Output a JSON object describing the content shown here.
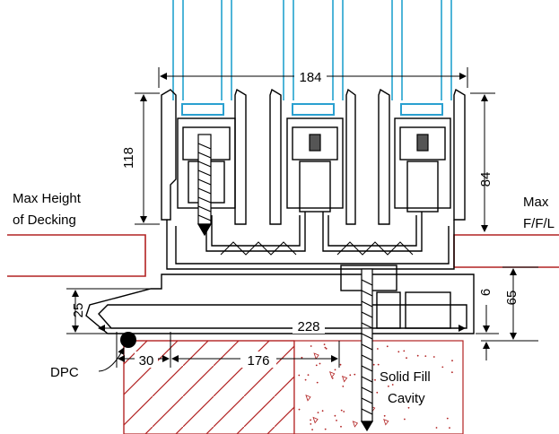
{
  "drawing": {
    "dimensions": {
      "overall_width": "184",
      "frame_height": "118",
      "sash_height": "84",
      "sill_projection": "25",
      "sill_total_height": "65",
      "sill_step": "6",
      "sill_length": "228",
      "dpc_offset": "30",
      "cavity_width": "176"
    },
    "labels": {
      "decking_line1": "Max Height",
      "decking_line2": "of Decking",
      "ffl_line1": "Max",
      "ffl_line2": "F/F/L",
      "dpc": "DPC",
      "fill_line1": "Solid Fill",
      "fill_line2": "Cavity"
    },
    "colors": {
      "glass": "#4fb5d8",
      "glazing_bead": "#2aa0d0",
      "brick_hatch": "#b22222",
      "decking_line": "#b22222",
      "profile": "#000000"
    }
  }
}
